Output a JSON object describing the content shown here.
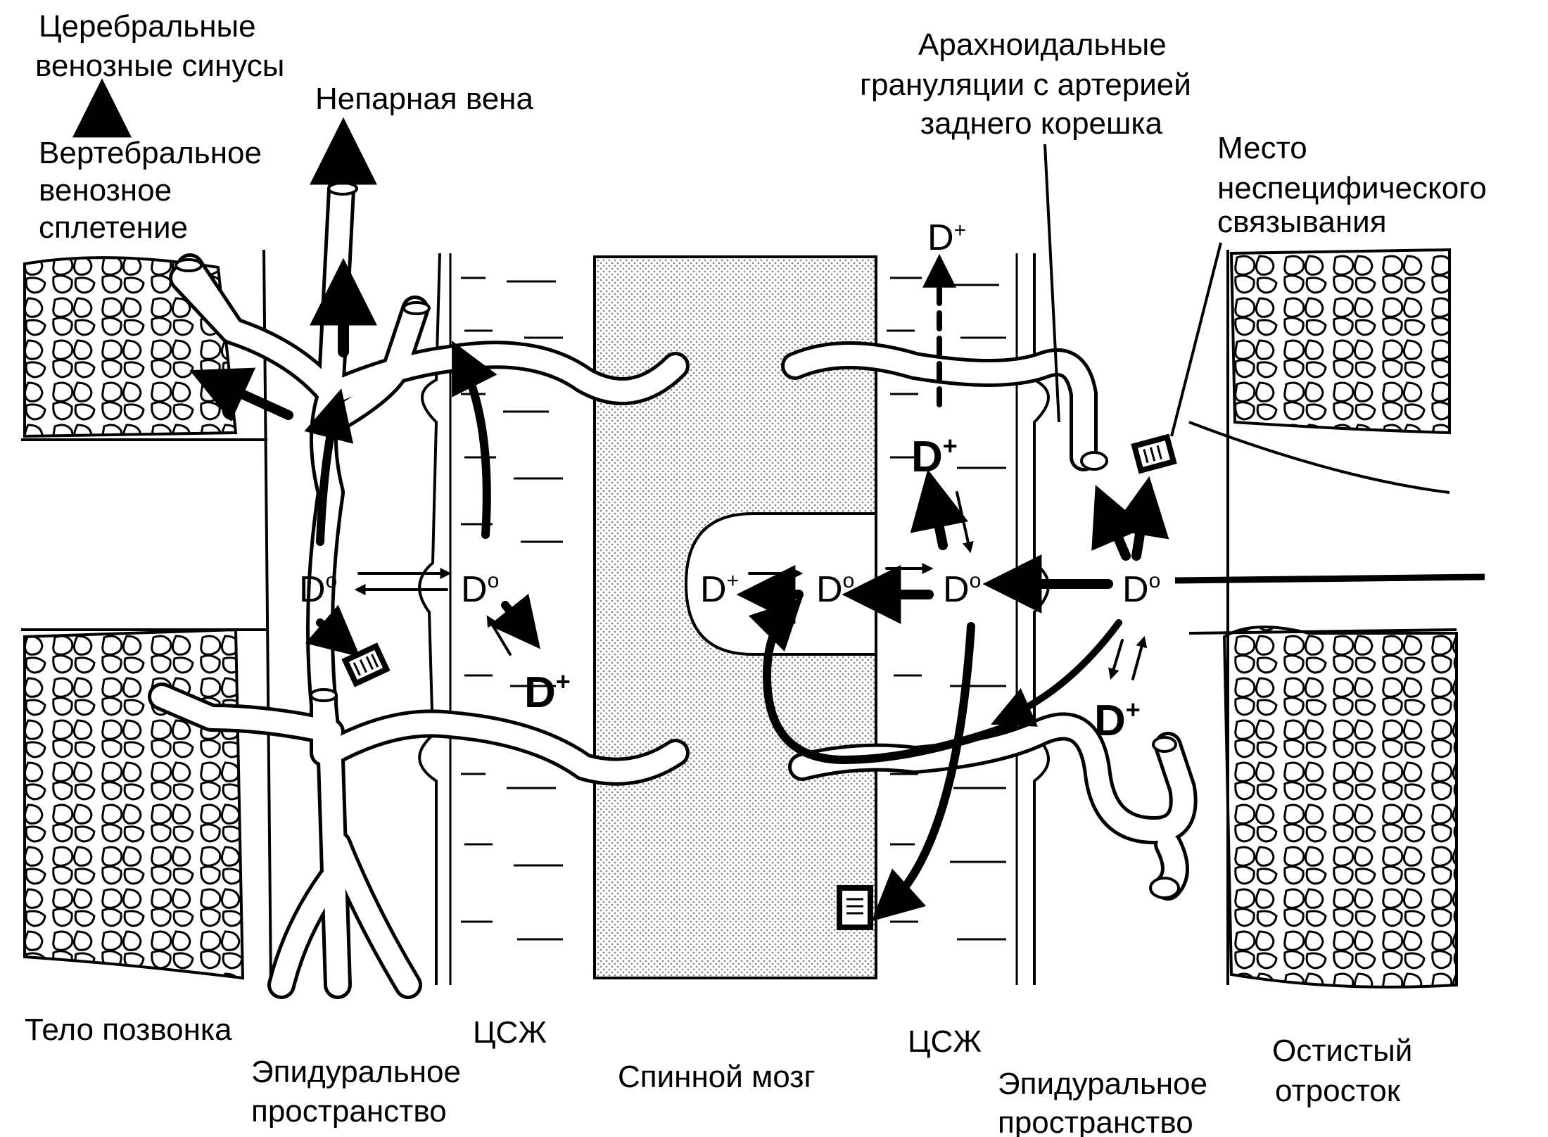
{
  "labels": {
    "cerebral_sinuses": [
      "Церебральные",
      "венозные синусы"
    ],
    "azygos_vein": "Непарная вена",
    "vertebral_plexus": [
      "Вертебральное",
      "венозное",
      "сплетение"
    ],
    "arachnoid_granulations": [
      "Арахноидальные",
      "грануляции с артерией",
      "заднего корешка"
    ],
    "nonspecific_binding": [
      "Место",
      "неспецифического",
      "связывания"
    ],
    "vertebral_body": "Тело позвонка",
    "csf_left": "ЦСЖ",
    "csf_right": "ЦСЖ",
    "epidural_left": [
      "Эпидуральное",
      "пространство"
    ],
    "epidural_right": [
      "Эпидуральное",
      "пространство"
    ],
    "spinal_cord": "Спинной мозг",
    "spinous_process": [
      "Остистый",
      "отросток"
    ]
  },
  "drug": {
    "base": "D",
    "neutral": "o",
    "ionized": "+"
  },
  "colors": {
    "ink": "#000000",
    "paper": "#ffffff",
    "cord_stipple": "#9a9a9a"
  }
}
